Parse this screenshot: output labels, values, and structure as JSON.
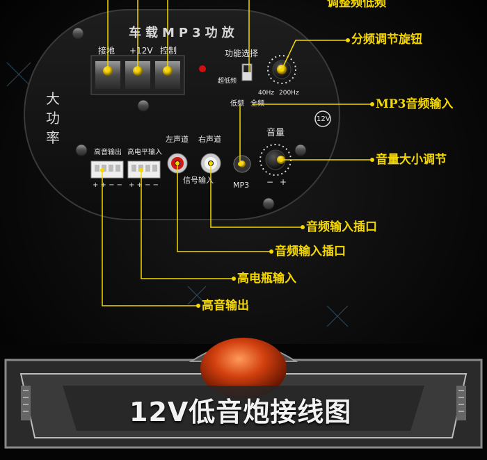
{
  "panel": {
    "title": "车载MP3功放",
    "terminal_labels": [
      "接地",
      "+12V",
      "控制"
    ],
    "side_label": [
      "大",
      "功",
      "率"
    ],
    "function_select": "功能选择",
    "switch_left": "超低频",
    "switch_bottom_left": "低频",
    "switch_bottom_right": "全频",
    "freq_low": "40Hz",
    "freq_high": "200Hz",
    "voltage_badge": "12V",
    "tweeter_out": "高音输出",
    "high_level_in": "高电平输入",
    "left_channel": "左声道",
    "right_channel": "右声道",
    "signal_in": "信号输入",
    "volume": "音量",
    "mp3": "MP3",
    "polarity_1": "+ + − −",
    "polarity_2": "+ + − −",
    "vol_minus": "−",
    "vol_plus": "+"
  },
  "callouts": {
    "bass_adjust": "调整频低频",
    "crossover_knob": "分频调节旋钮",
    "mp3_input": "MP3音频输入",
    "volume_adjust": "音量大小调节",
    "audio_input_1": "音频输入插口",
    "audio_input_2": "音频输入插口",
    "high_battery_input": "高电瓶输入",
    "tweeter_output": "高音输出"
  },
  "banner": {
    "title": "12V低音炮接线图"
  },
  "colors": {
    "callout": "#f5d800",
    "panel": "#141414",
    "banner_red": "#d23a10"
  }
}
